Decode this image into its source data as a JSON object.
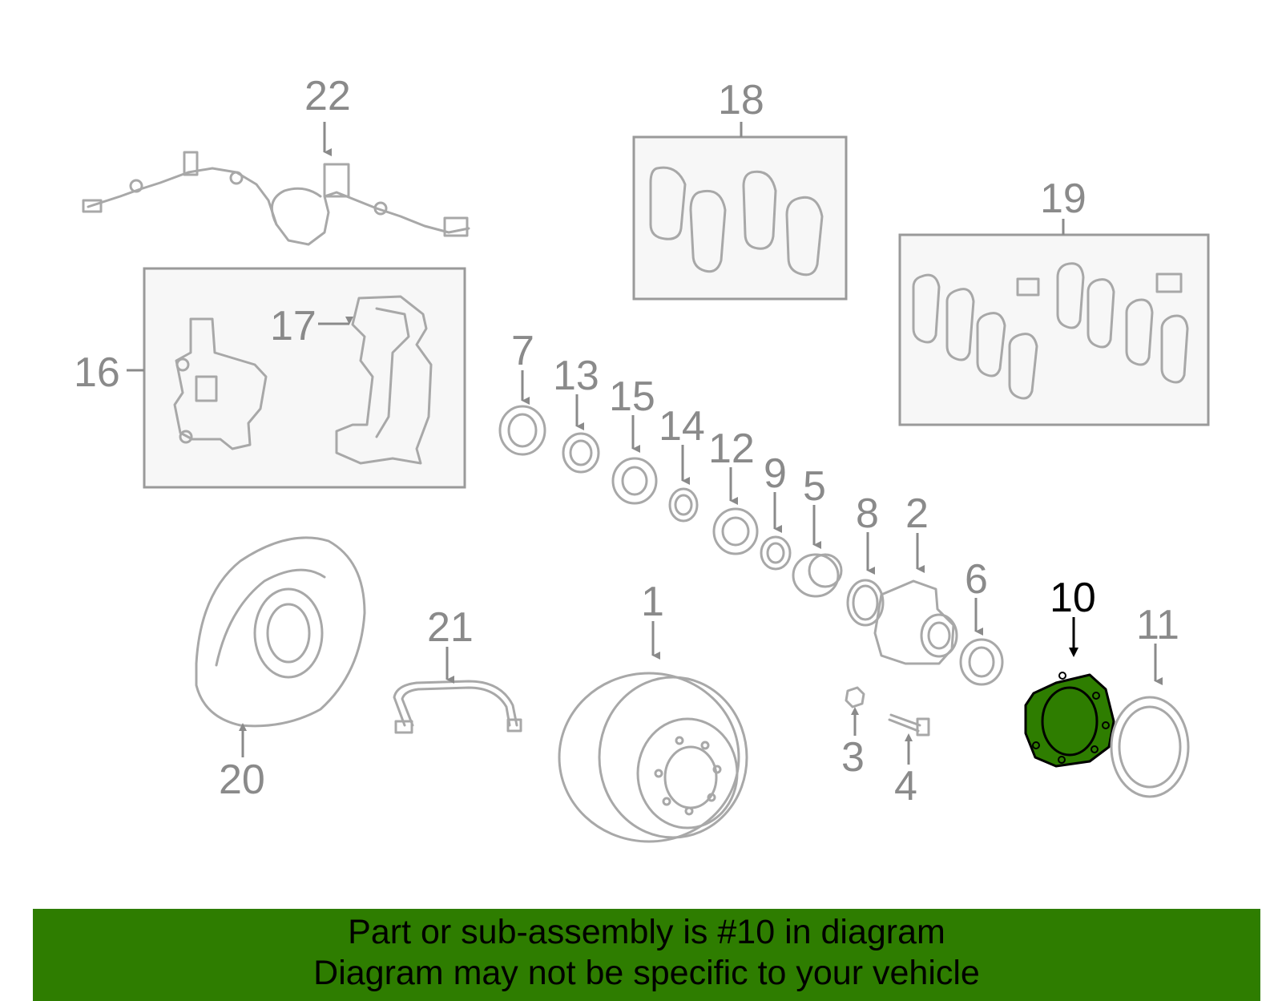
{
  "callouts": [
    "1",
    "2",
    "3",
    "4",
    "5",
    "6",
    "7",
    "8",
    "9",
    "10",
    "11",
    "12",
    "13",
    "14",
    "15",
    "16",
    "17",
    "18",
    "19",
    "20",
    "21",
    "22"
  ],
  "highlighted_part": "10",
  "colors": {
    "highlight": "#2e7d00",
    "banner": "#2e7d00",
    "part_outline": "#a8a8a8",
    "label": "#8a8a8a"
  },
  "banner": {
    "line1": "Part or sub-assembly is #10 in diagram",
    "line2": "Diagram may not be specific to your vehicle"
  }
}
